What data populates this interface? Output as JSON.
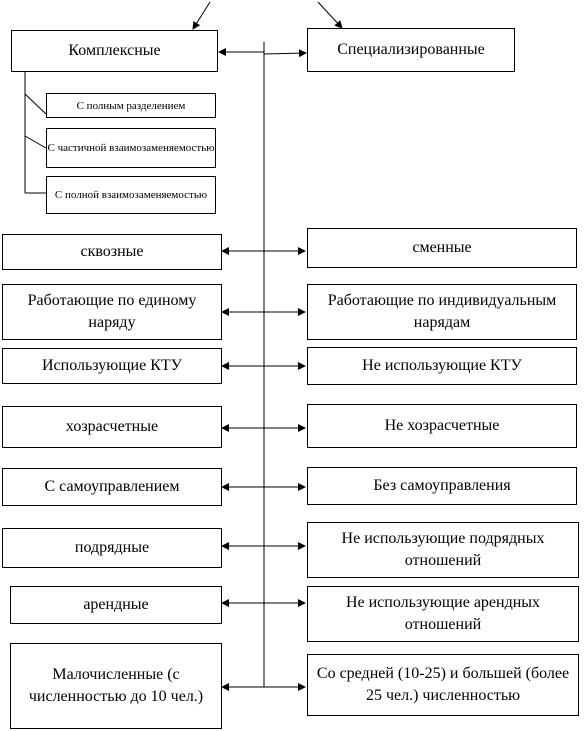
{
  "top": {
    "left": "Комплексные",
    "right": "Специализированные"
  },
  "complex_subtypes": [
    "С полным разделением",
    "С частичной взаимозаменяемостью",
    "С полной взаимозаменяемостью"
  ],
  "pairs": [
    {
      "left": "сквозные",
      "right": "сменные"
    },
    {
      "left": "Работающие по единому наряду",
      "right": "Работающие по индивидуальным нарядам"
    },
    {
      "left": "Использующие КТУ",
      "right": "Не использующие КТУ"
    },
    {
      "left": "хозрасчетные",
      "right": "Не хозрасчетные"
    },
    {
      "left": "С самоуправлением",
      "right": "Без самоуправления"
    },
    {
      "left": "подрядные",
      "right": "Не использующие подрядных отношений"
    },
    {
      "left": "арендные",
      "right": "Не использующие арендных отношений"
    },
    {
      "left": "Малочисленные (с численностью до 10 чел.)",
      "right": "Со средней (10-25) и большей (более 25 чел.) численностью"
    }
  ]
}
